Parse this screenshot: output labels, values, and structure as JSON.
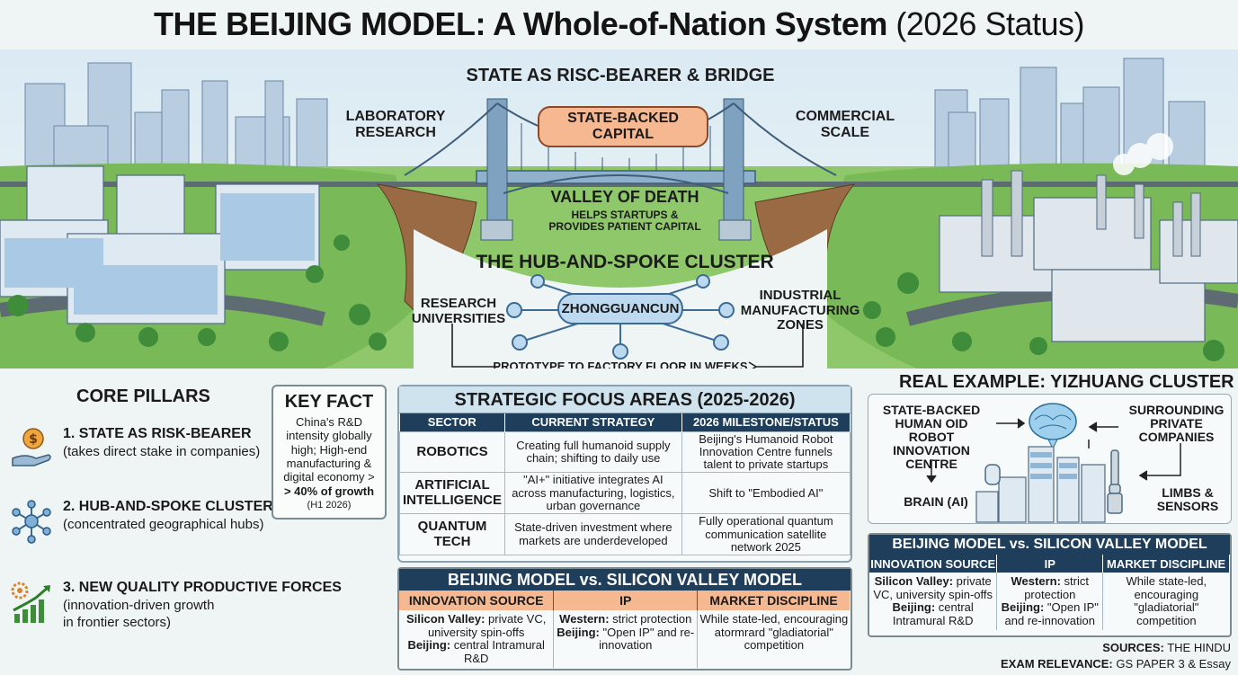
{
  "title": {
    "main": "THE BEIJING MODEL: A Whole-of-Nation System",
    "status": "(2026 Status)"
  },
  "hero": {
    "state_heading": "STATE AS RISC-BEARER & BRIDGE",
    "lab": "LABORATORY\nRESEARCH",
    "commercial": "COMMERCIAL\nSCALE",
    "capital": "STATE-BACKED CAPITAL",
    "valley": "VALLEY OF DEATH",
    "valley_sub": "HELPS STARTUPS &\nPROVIDES PATIENT CAPITAL",
    "hub_heading": "THE HUB-AND-SPOKE CLUSTER",
    "hub_center": "ZHONGGUANCUN",
    "universities": "RESEARCH\nUNIVERSITIES",
    "industrial": "INDUSTRIAL\nMANUFACTURING\nZONES",
    "prototype": "PROTOTYPE TO FACTORY FLOOR IN WEEKS"
  },
  "core": {
    "heading": "CORE PILLARS",
    "pillars": [
      {
        "title": "1. STATE AS RISK-BEARER",
        "desc": "(takes direct stake in companies)",
        "icon": "dollar-hand-icon"
      },
      {
        "title": "2. HUB-AND-SPOKE CLUSTER",
        "desc": "(concentrated geographical hubs)",
        "icon": "network-icon"
      },
      {
        "title": "3. NEW QUALITY PRODUCTIVE FORCES",
        "desc": "(innovation-driven growth\nin frontier sectors)",
        "icon": "growth-chart-icon"
      }
    ]
  },
  "keyfact": {
    "heading": "KEY FACT",
    "body": "China's R&D intensity globally high; High-end manufacturing & digital economy >",
    "number": "> 40% of growth",
    "sub": "(H1 2026)"
  },
  "focus": {
    "heading": "STRATEGIC FOCUS AREAS (2025-2026)",
    "columns": [
      "SECTOR",
      "CURRENT STRATEGY",
      "2026 MILESTONE/STATUS"
    ],
    "rows": [
      {
        "sector": "ROBOTICS",
        "strategy": "Creating full humanoid supply chain; shifting to daily use",
        "milestone": "Beijing's Humanoid Robot Innovation Centre funnels talent to private startups"
      },
      {
        "sector": "ARTIFICIAL INTELLIGENCE",
        "strategy": "\"AI+\" initiative integrates AI across manufacturing, logistics, urban governance",
        "milestone": "Shift to \"Embodied AI\""
      },
      {
        "sector": "QUANTUM TECH",
        "strategy": "State-driven investment where markets are underdeveloped",
        "milestone": "Fully operational quantum communication satellite network 2025"
      }
    ]
  },
  "compare_center": {
    "heading": "BEIJING MODEL vs. SILICON VALLEY MODEL",
    "columns": [
      "INNOVATION SOURCE",
      "IP",
      "MARKET DISCIPLINE"
    ],
    "cells": [
      {
        "a_label": "Silicon Valley:",
        "a_text": " private VC, university spin-offs",
        "b_label": "Beijing:",
        "b_text": " central Intramural R&D"
      },
      {
        "a_label": "Western:",
        "a_text": " strict protection",
        "b_label": "Beijing:",
        "b_text": " \"Open IP\" and re-innovation"
      },
      {
        "a_label": "",
        "a_text": "While state-led, encouraging atormrard \"gladiatorial\" competition",
        "b_label": "",
        "b_text": ""
      }
    ]
  },
  "real": {
    "heading": "REAL EXAMPLE: YIZHUANG CLUSTER",
    "centre": "STATE-BACKED\nHUMAN OID ROBOT\nINNOVATION\nCENTRE",
    "companies": "SURROUNDING\nPRIVATE\nCOMPANIES",
    "brain": "BRAIN (AI)",
    "limbs": "LIMBS &\nSENSORS"
  },
  "compare_right": {
    "heading": "BEIJING MODEL vs. SILICON VALLEY MODEL",
    "columns": [
      "INNOVATION SOURCE",
      "IP",
      "MARKET DISCIPLINE"
    ],
    "cells": [
      {
        "a_label": "Silicon Valley:",
        "a_text": " private VC, university spin-offs",
        "b_label": "Beijing:",
        "b_text": " central Intramural R&D"
      },
      {
        "a_label": "Western:",
        "a_text": " strict protection",
        "b_label": "Beijing:",
        "b_text": " \"Open IP\" and re-innovation"
      },
      {
        "a_label": "",
        "a_text": "While state-led, encouraging \"gladiatorial\" competition",
        "b_label": "",
        "b_text": ""
      }
    ]
  },
  "sources": {
    "label": "SOURCES:",
    "text": "THE HINDU",
    "exam_label": "EXAM RELEVANCE:",
    "exam_text": "GS PAPER 3 & Essay"
  },
  "colors": {
    "navy": "#1f3e5b",
    "orange": "#f6b890",
    "hub_blue": "#bcd9f0"
  }
}
